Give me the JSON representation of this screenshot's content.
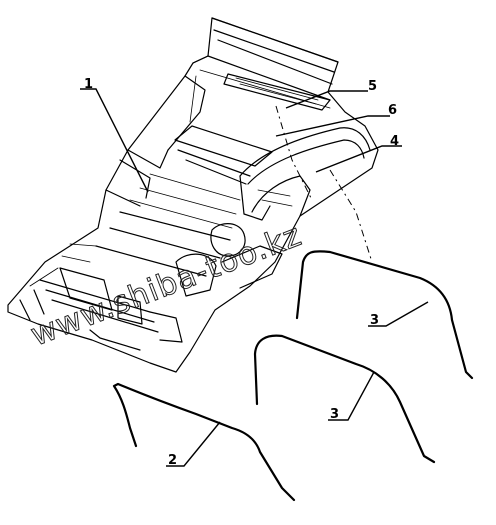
{
  "callouts": {
    "c1": "1",
    "c2": "2",
    "c3a": "3",
    "c3b": "3",
    "c4": "4",
    "c5": "5",
    "c6": "6"
  },
  "watermark": "www.shiba-too.kz"
}
